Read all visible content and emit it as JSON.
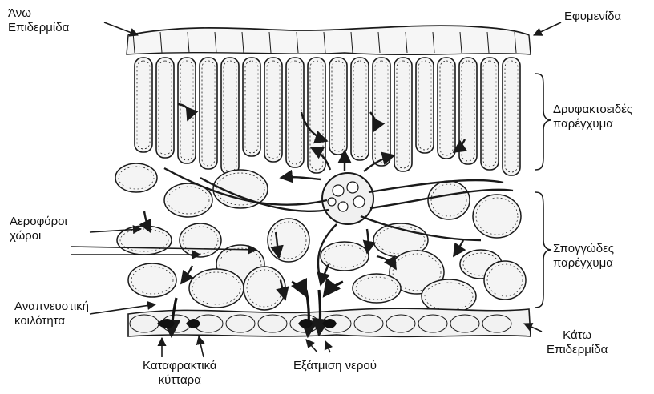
{
  "labels": {
    "upper_epidermis": [
      "Άνω",
      "Επιδερμίδα"
    ],
    "cuticle": "Εφυμενίδα",
    "palisade": [
      "Δρυφακτοειδές",
      "παρέγχυμα"
    ],
    "air_spaces": [
      "Αεροφόροι",
      "χώροι"
    ],
    "spongy": [
      "Σπογγώδες",
      "παρέγχυμα"
    ],
    "respiratory_cavity": [
      "Αναπνευστική",
      "κοιλότητα"
    ],
    "lower_epidermis": [
      "Κάτω",
      "Επιδερμίδα"
    ],
    "guard_cells": [
      "Καταφρακτικά",
      "κύτταρα"
    ],
    "transpiration": "Εξάτμιση νερού"
  },
  "colors": {
    "line": "#1a1a1a",
    "cell_fill": "#f4f4f4",
    "background": "#ffffff"
  }
}
